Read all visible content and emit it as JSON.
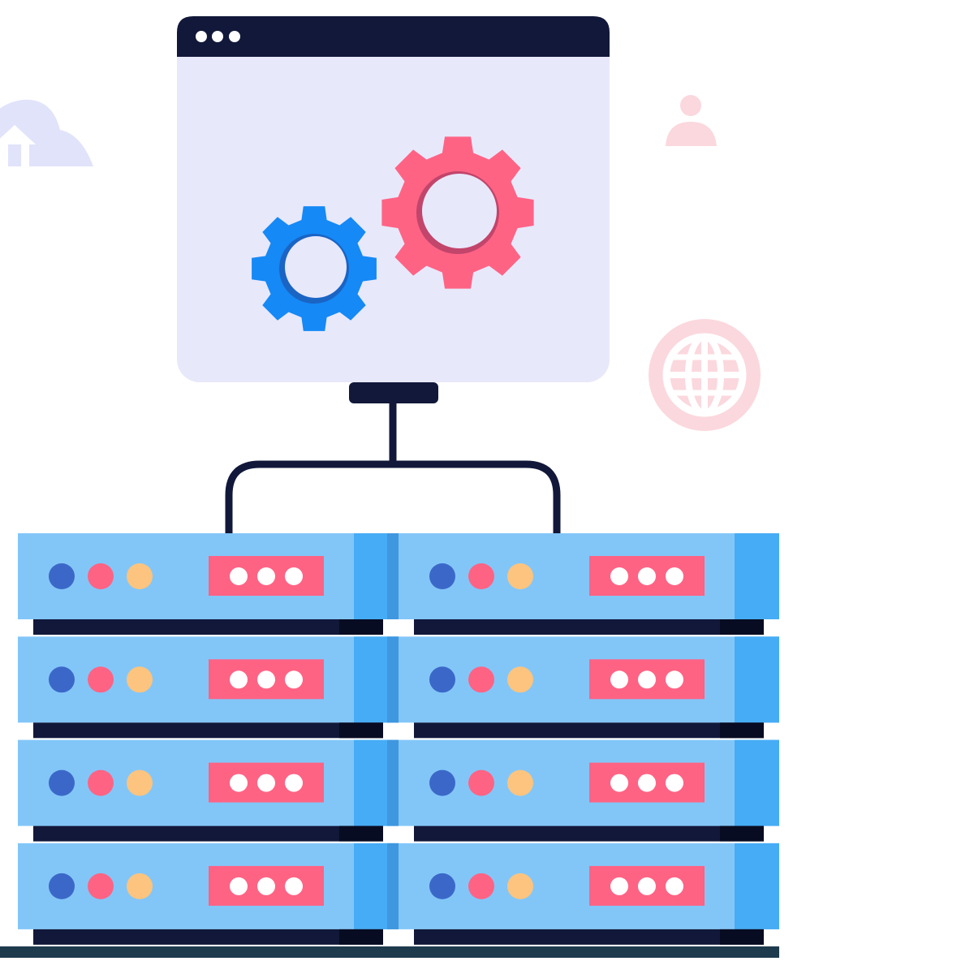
{
  "colors": {
    "background": "#ffffff",
    "window_frame": "#11183a",
    "window_body": "#e8e8fb",
    "window_dot": "#ffffff",
    "gear_blue": "#1589f5",
    "gear_blue_shadow": "#1a64c4",
    "gear_pink": "#ff6384",
    "gear_pink_shadow": "#c2456b",
    "connector": "#11183a",
    "server_body": "#82c6f8",
    "server_side": "#46acf5",
    "server_side_shadow": "#3f97df",
    "server_shelf": "#11183a",
    "server_shelf_shadow": "#080c22",
    "led_blue": "#3b68c8",
    "led_pink": "#ff6384",
    "led_yellow": "#fcc47e",
    "panel": "#ff6384",
    "panel_dot": "#ffffff",
    "floor": "#1e3a4d",
    "cloud": "#e1e3fb",
    "user_badge": "#fbd8de",
    "globe": "#fbd8de",
    "globe_line": "#ffffff"
  },
  "icons": {
    "cloud": "cloud-upload-icon",
    "user": "user-icon",
    "globe": "globe-icon",
    "gear_small": "gear-icon",
    "gear_large": "gear-icon"
  },
  "server_rack": {
    "columns": 2,
    "units_per_column": 4,
    "leds_per_unit": [
      "blue",
      "pink",
      "yellow"
    ],
    "panel_dots_per_unit": 3
  }
}
